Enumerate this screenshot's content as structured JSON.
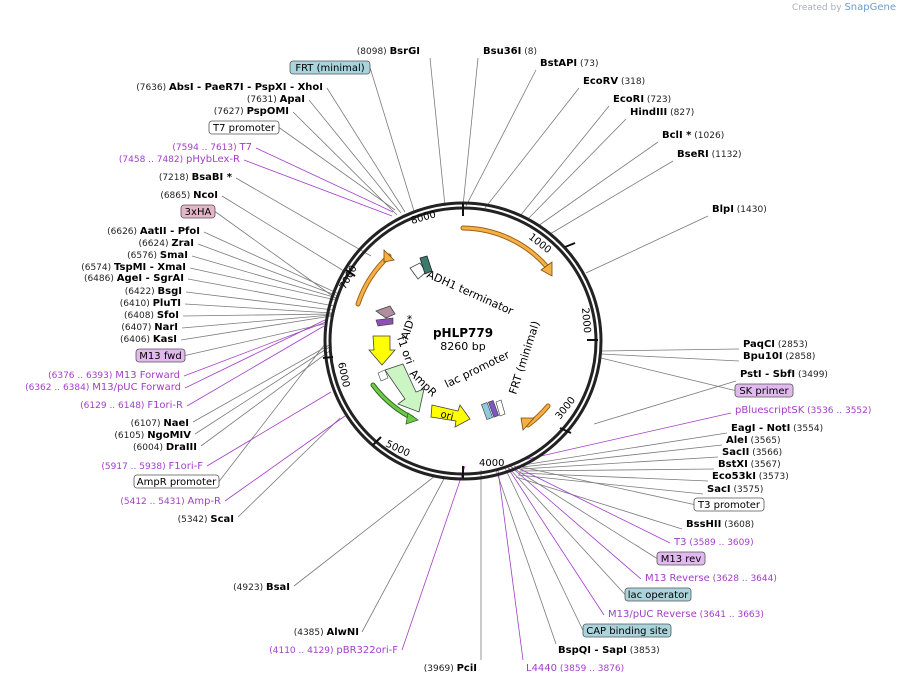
{
  "watermark": {
    "prefix": "Created by",
    "brand": "SnapGene"
  },
  "plasmid": {
    "name": "pHLP779",
    "size": "8260 bp"
  },
  "ticks": [
    "1000",
    "2000",
    "3000",
    "4000",
    "5000",
    "6000",
    "7000",
    "8000"
  ],
  "features": {
    "adh1": "ADH1 terminator",
    "aid": "AID*",
    "f1ori": "f1 ori",
    "ampr": "AmpR",
    "ori": "ori",
    "lac": "lac promoter",
    "frt": "FRT (minimal)"
  },
  "labels": [
    {
      "id": "bsrgi",
      "name": "BsrGI",
      "pos": "(8098)"
    },
    {
      "id": "bsu36i",
      "name": "Bsu36I",
      "pos": "(8)"
    },
    {
      "id": "bstapi",
      "name": "BstAPI",
      "pos": "(73)"
    },
    {
      "id": "ecorv",
      "name": "EcoRV",
      "pos": "(318)"
    },
    {
      "id": "ecori",
      "name": "EcoRI",
      "pos": "(723)"
    },
    {
      "id": "hindiii",
      "name": "HindIII",
      "pos": "(827)"
    },
    {
      "id": "bcli",
      "name": "BclI *",
      "pos": "(1026)"
    },
    {
      "id": "bseri",
      "name": "BseRI",
      "pos": "(1132)"
    },
    {
      "id": "blpi",
      "name": "BlpI",
      "pos": "(1430)"
    },
    {
      "id": "paqci",
      "name": "PaqCI",
      "pos": "(2853)"
    },
    {
      "id": "bpu10i",
      "name": "Bpu10I",
      "pos": "(2858)"
    },
    {
      "id": "psti",
      "name": "PstI  - SbfI",
      "pos": "(3499)"
    },
    {
      "id": "eagi",
      "name": "EagI  - NotI",
      "pos": "(3554)"
    },
    {
      "id": "alei",
      "name": "AleI",
      "pos": "(3565)"
    },
    {
      "id": "sacii",
      "name": "SacII",
      "pos": "(3566)"
    },
    {
      "id": "bstxi",
      "name": "BstXI",
      "pos": "(3567)"
    },
    {
      "id": "eco53ki",
      "name": "Eco53kI",
      "pos": "(3573)"
    },
    {
      "id": "saci",
      "name": "SacI",
      "pos": "(3575)"
    },
    {
      "id": "bsshii",
      "name": "BssHII",
      "pos": "(3608)"
    },
    {
      "id": "bspqi",
      "name": "BspQI  - SapI",
      "pos": "(3853)"
    },
    {
      "id": "pcii",
      "name": "PciI",
      "pos": "(3969)"
    },
    {
      "id": "alwni",
      "name": "AlwNI",
      "pos": "(4385)"
    },
    {
      "id": "bsai",
      "name": "BsaI",
      "pos": "(4923)"
    },
    {
      "id": "scai",
      "name": "ScaI",
      "pos": "(5342)"
    },
    {
      "id": "drai",
      "name": "DraIII",
      "pos": "(6004)"
    },
    {
      "id": "ngomiv",
      "name": "NgoMIV",
      "pos": "(6105)"
    },
    {
      "id": "naei",
      "name": "NaeI",
      "pos": "(6107)"
    },
    {
      "id": "kasi",
      "name": "KasI",
      "pos": "(6406)"
    },
    {
      "id": "nari",
      "name": "NarI",
      "pos": "(6407)"
    },
    {
      "id": "sfoi",
      "name": "SfoI",
      "pos": "(6408)"
    },
    {
      "id": "pluti",
      "name": "PluTI",
      "pos": "(6410)"
    },
    {
      "id": "bsgi",
      "name": "BsgI",
      "pos": "(6422)"
    },
    {
      "id": "agei",
      "name": "AgeI  - SgrAI",
      "pos": "(6486)"
    },
    {
      "id": "tspmi",
      "name": "TspMI  - XmaI",
      "pos": "(6574)"
    },
    {
      "id": "smai",
      "name": "SmaI",
      "pos": "(6576)"
    },
    {
      "id": "zrai",
      "name": "ZraI",
      "pos": "(6624)"
    },
    {
      "id": "aatii",
      "name": "AatII  - PfoI",
      "pos": "(6626)"
    },
    {
      "id": "ncoi",
      "name": "NcoI",
      "pos": "(6865)"
    },
    {
      "id": "bsabi",
      "name": "BsaBI *",
      "pos": "(7218)"
    },
    {
      "id": "pspomi",
      "name": "PspOMI",
      "pos": "(7627)"
    },
    {
      "id": "apai",
      "name": "ApaI",
      "pos": "(7631)"
    },
    {
      "id": "absi",
      "name": "AbsI  - PaeR7I  - PspXI  - XhoI",
      "pos": "(7636)"
    }
  ],
  "primers": [
    {
      "id": "t7",
      "name": "T7",
      "range": "(7594 .. 7613)"
    },
    {
      "id": "phyblex",
      "name": "pHybLex-R",
      "range": "(7458 .. 7482)"
    },
    {
      "id": "m13f",
      "name": "M13 Forward",
      "range": "(6376 .. 6393)"
    },
    {
      "id": "m13puc",
      "name": "M13/pUC Forward",
      "range": "(6362 .. 6384)"
    },
    {
      "id": "f1orir",
      "name": "F1ori-R",
      "range": "(6129 .. 6148)"
    },
    {
      "id": "f1orif",
      "name": "F1ori-F",
      "range": "(5917 .. 5938)"
    },
    {
      "id": "ampr",
      "name": "Amp-R",
      "range": "(5412 .. 5431)"
    },
    {
      "id": "pbr322",
      "name": "pBR322ori-F",
      "range": "(4110 .. 4129)"
    },
    {
      "id": "l4440",
      "name": "L4440",
      "range": "(3859 .. 3876)"
    },
    {
      "id": "m13pucrev",
      "name": "M13/pUC Reverse",
      "range": "(3641 .. 3663)"
    },
    {
      "id": "m13rev",
      "name": "M13 Reverse",
      "range": "(3628 .. 3644)"
    },
    {
      "id": "t3",
      "name": "T3",
      "range": "(3589 .. 3609)"
    },
    {
      "id": "pbluesk",
      "name": "pBluescriptSK",
      "range": "(3536 .. 3552)"
    }
  ],
  "boxes": [
    {
      "id": "frtmin",
      "text": "FRT (minimal)",
      "fill": "#a9d4dc"
    },
    {
      "id": "t7prom",
      "text": "T7 promoter",
      "fill": "#ffffff"
    },
    {
      "id": "ha3",
      "text": "3xHA",
      "fill": "#e4b5c8"
    },
    {
      "id": "m13fwd",
      "text": "M13 fwd",
      "fill": "#e1b9ee"
    },
    {
      "id": "amprprom",
      "text": "AmpR promoter",
      "fill": "#ffffff"
    },
    {
      "id": "skprimer",
      "text": "SK primer",
      "fill": "#e1b9ee"
    },
    {
      "id": "t3prom",
      "text": "T3 promoter",
      "fill": "#ffffff"
    },
    {
      "id": "m13revbox",
      "text": "M13 rev",
      "fill": "#e1b9ee"
    },
    {
      "id": "lacop",
      "text": "lac operator",
      "fill": "#a9d4dc"
    },
    {
      "id": "cap",
      "text": "CAP binding site",
      "fill": "#a9d4dc"
    }
  ],
  "colors": {
    "enzyme": "#000000",
    "primer": "#a23ec8",
    "line": "#777777",
    "orange": "#f5b041",
    "ampr": "#ccf5c4",
    "ori": "#ffff00",
    "f1": "#ffff00"
  }
}
